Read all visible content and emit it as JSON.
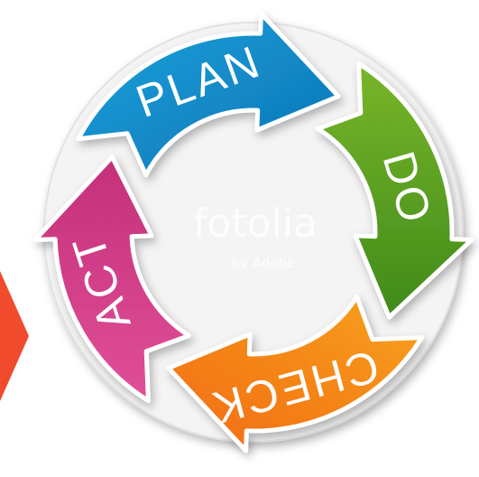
{
  "cycle": {
    "segments": [
      {
        "id": "plan",
        "label": "PLAN",
        "color": "#1aa3dc",
        "color_dark": "#0c73b5"
      },
      {
        "id": "do",
        "label": "DO",
        "color": "#79b52a",
        "color_dark": "#3f8a1a"
      },
      {
        "id": "check",
        "label": "CHECK",
        "color": "#f7a21b",
        "color_dark": "#f26a17"
      },
      {
        "id": "act",
        "label": "ACT",
        "color": "#e04f97",
        "color_dark": "#c4307a"
      }
    ]
  },
  "watermark": {
    "main": "fotolia",
    "sub": "by Adobe"
  },
  "side_arrow": {
    "color": "#f04b2c"
  }
}
